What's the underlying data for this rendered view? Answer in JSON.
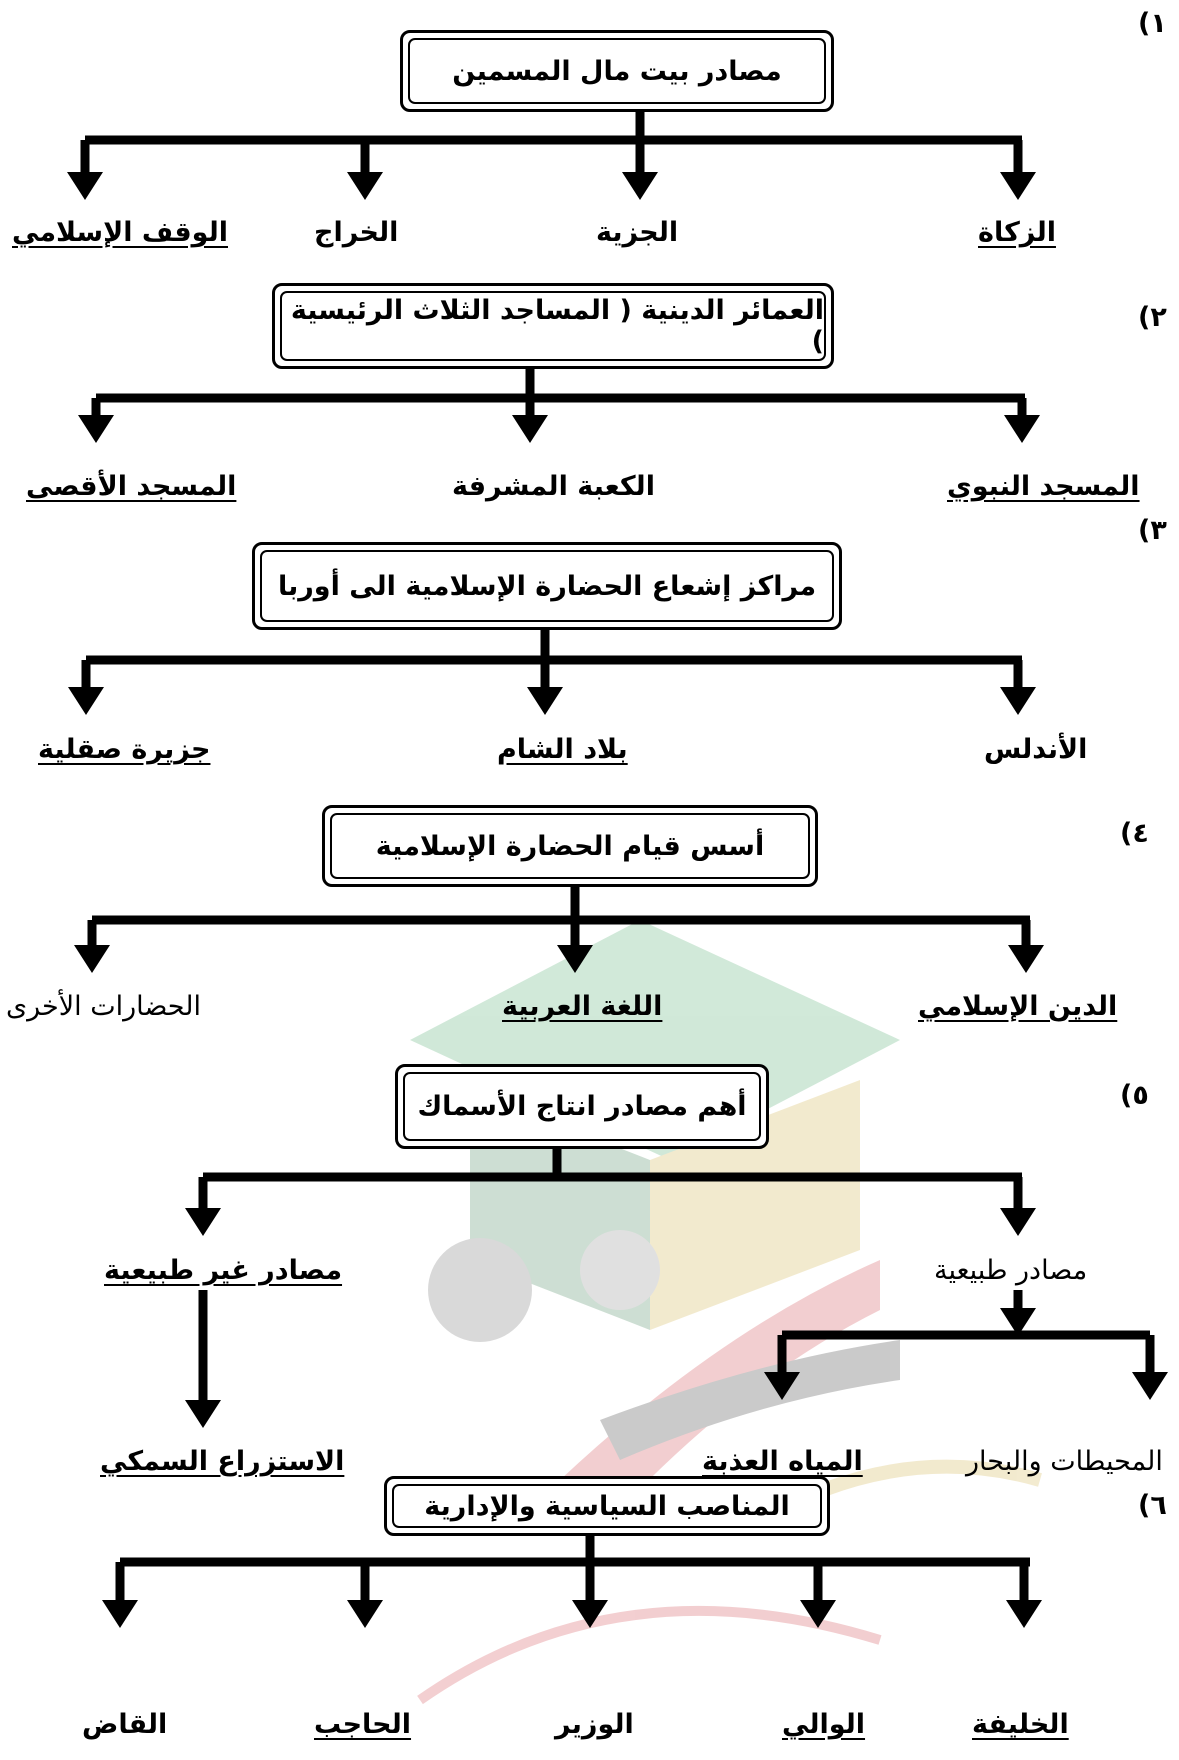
{
  "diagrams": [
    {
      "number": "١)",
      "title": "مصادر بيت مال المسمين",
      "items": [
        "الزكاة",
        "الجزية",
        "الخراج",
        "الوقف الإسلامي"
      ]
    },
    {
      "number": "٢)",
      "title": "العمائر الدينية ( المساجد الثلاث الرئيسية )",
      "items": [
        "المسجد النبوي",
        "الكعبة المشرفة",
        "المسجد الأقصى"
      ]
    },
    {
      "number": "٣)",
      "title": "مراكز إشعاع الحضارة الإسلامية الى أوربا",
      "items": [
        "الأندلس",
        "بلاد الشام",
        "جزيرة صقلية"
      ]
    },
    {
      "number": "٤)",
      "title": "أسس قيام الحضارة الإسلامية",
      "items": [
        "الدين الإسلامي",
        "اللغة العربية",
        "الحضارات الأخرى"
      ]
    },
    {
      "number": "٥)",
      "title": "أهم مصادر انتاج الأسماك",
      "items": [
        "مصادر طبيعية",
        "مصادر غير طبيعية"
      ],
      "natural_sub": [
        "المحيطات والبحار",
        "المياه العذبة"
      ],
      "artificial_sub": [
        "الاستزراع السمكي"
      ]
    },
    {
      "number": "٦)",
      "title": "المناصب السياسية والإدارية",
      "items": [
        "الخليفة",
        "الوالي",
        "الوزير",
        "الحاجب",
        "القاض"
      ]
    }
  ],
  "colors": {
    "ink": "#000000",
    "watermark_green": "#2e9a54",
    "watermark_red": "#c8262c",
    "watermark_gold": "#c9a227"
  }
}
